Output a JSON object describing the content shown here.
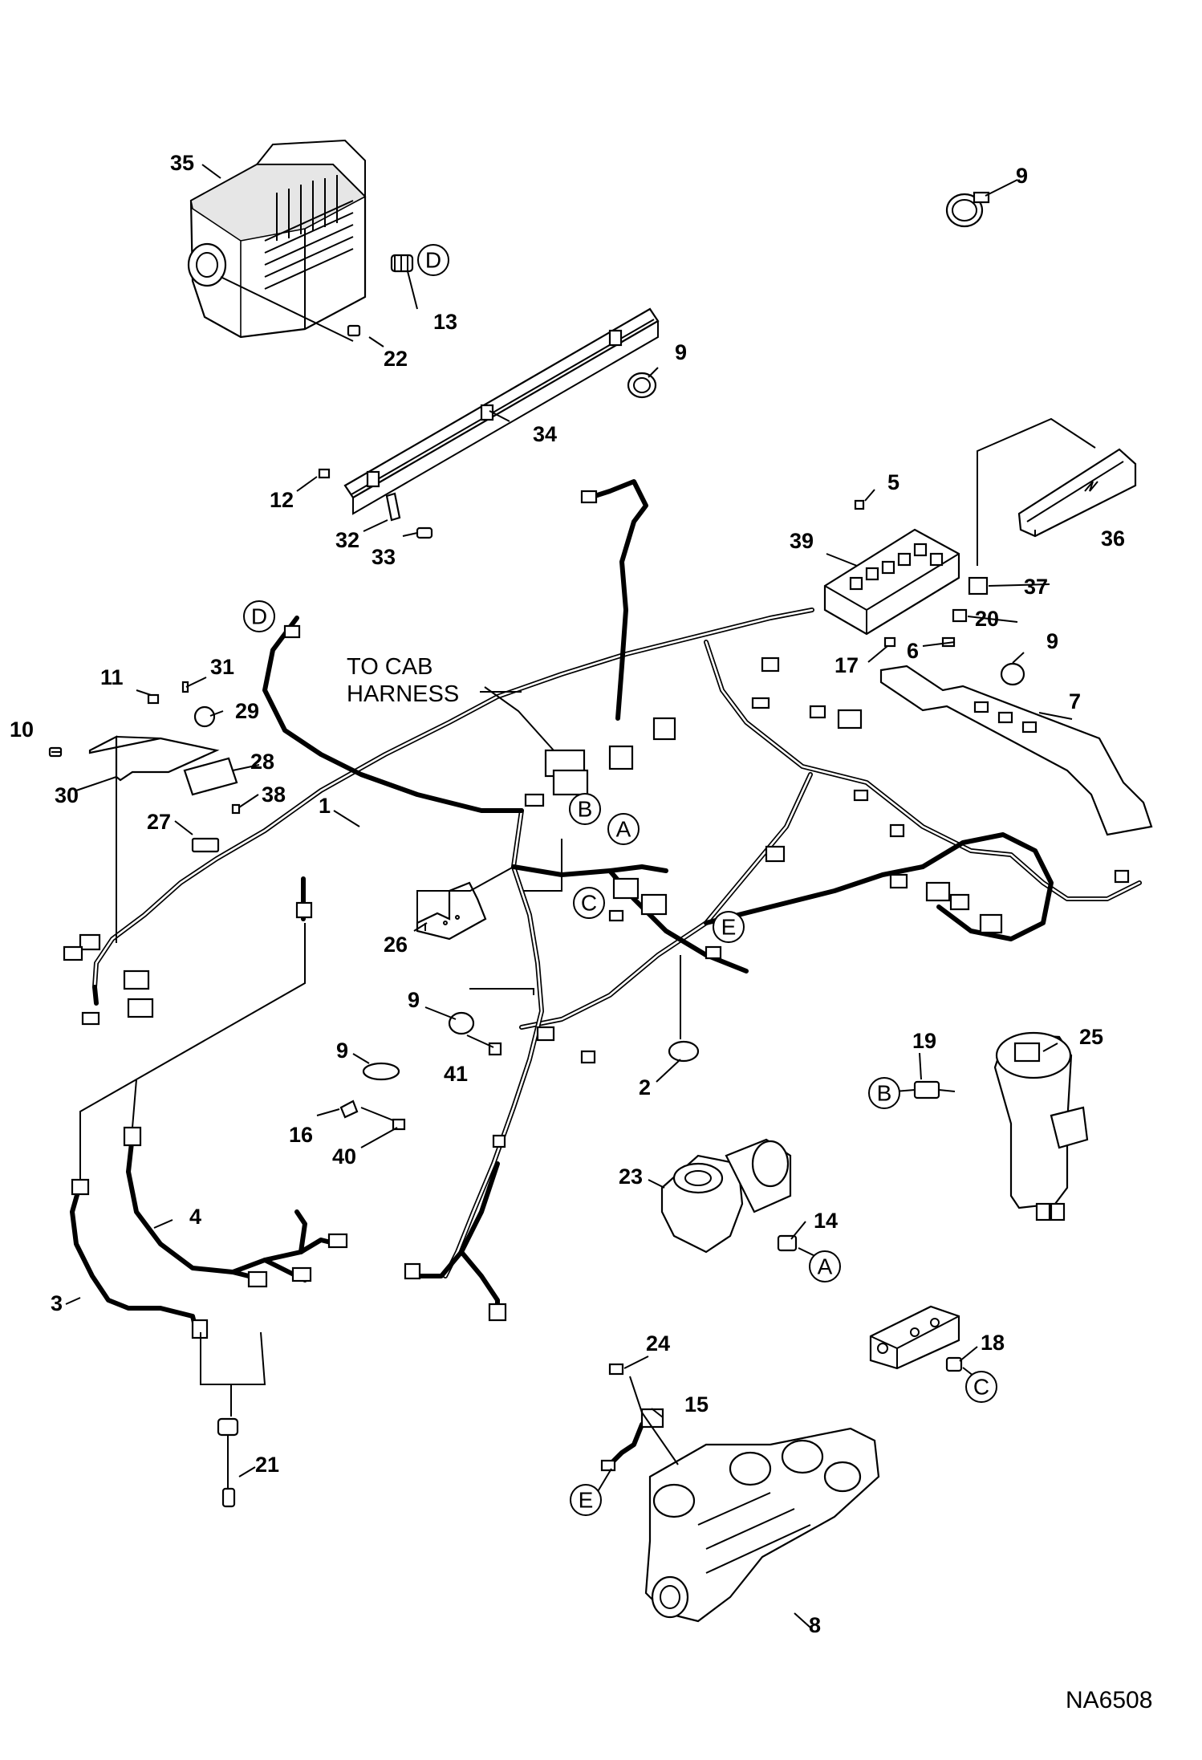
{
  "drawing_number": "NA6508",
  "note": {
    "line1": "TO CAB",
    "line2": "HARNESS"
  },
  "callouts": [
    "1",
    "2",
    "3",
    "4",
    "5",
    "6",
    "7",
    "8",
    "9",
    "10",
    "11",
    "12",
    "13",
    "14",
    "15",
    "16",
    "17",
    "18",
    "19",
    "20",
    "21",
    "22",
    "23",
    "24",
    "25",
    "26",
    "27",
    "28",
    "29",
    "30",
    "31",
    "32",
    "33",
    "34",
    "35",
    "36",
    "37",
    "38",
    "39",
    "40",
    "41"
  ],
  "reference_letters": [
    "A",
    "B",
    "C",
    "D",
    "E"
  ]
}
